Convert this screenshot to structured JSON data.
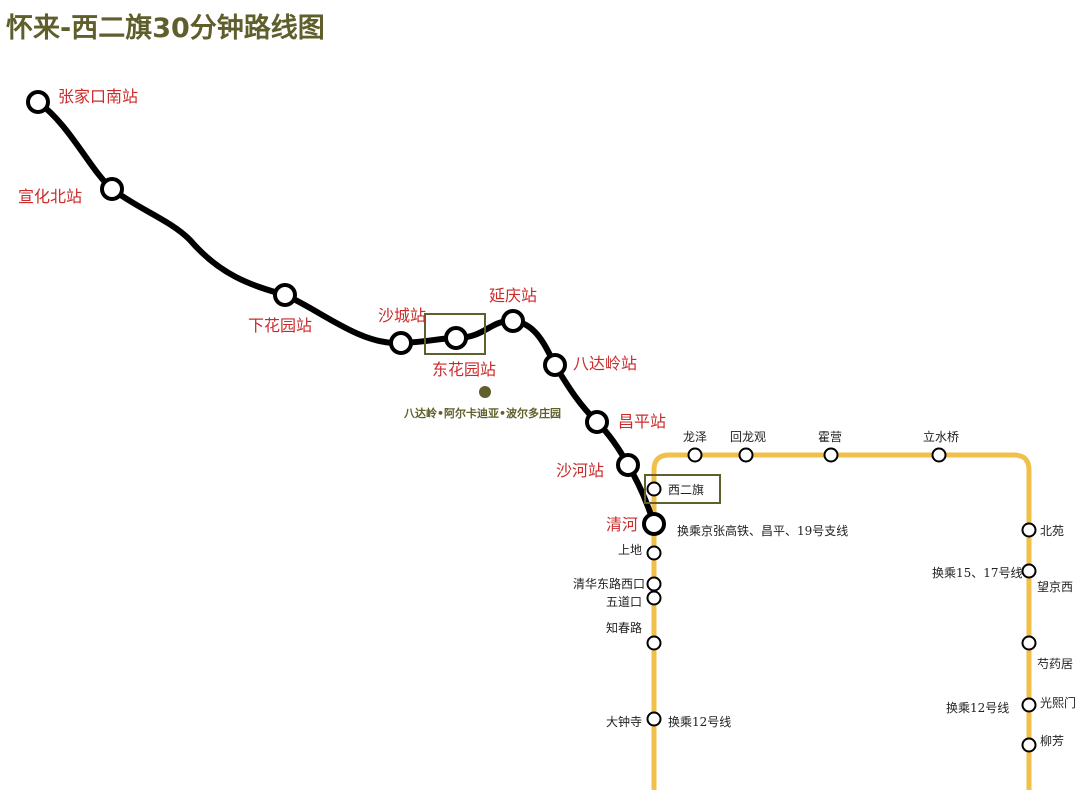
{
  "title": "怀来-西二旗30分钟路线图",
  "colors": {
    "title": "#5f5f2c",
    "rail_line": "#000000",
    "metro_line": "#f2c04a",
    "station_label": "#cc2b2b",
    "highlight_box": "#5f5f2c",
    "text": "#222222"
  },
  "rail": {
    "stations": {
      "zhangjiakou_nan": "张家口南站",
      "xuanhua_bei": "宣化北站",
      "xiahuayuan": "下花园站",
      "shacheng": "沙城站",
      "donghuayuan": "东花园站",
      "yanqing": "延庆站",
      "badaling": "八达岭站",
      "changping": "昌平站",
      "shahe": "沙河站",
      "qinghe": "清河"
    },
    "poi": "八达岭•阿尔卡迪亚•波尔多庄园"
  },
  "metro": {
    "stations": {
      "longze": "龙泽",
      "huilongguan": "回龙观",
      "huoying": "霍营",
      "lishuiqiao": "立水桥",
      "xierqi": "西二旗",
      "shangdi": "上地",
      "qinghua_donglu_xikou": "清华东路西口",
      "wudaokou": "五道口",
      "zhichunlu": "知春路",
      "dazhongsi": "大钟寺",
      "beiyuan": "北苑",
      "wangjingxi": "望京西",
      "shaoyaoju": "芍药居",
      "guangximen": "光熙门",
      "liufang": "柳芳"
    },
    "transfers": {
      "qinghe": "换乘京张高铁、昌平、19号支线",
      "wangjingxi": "换乘15、17号线",
      "dazhongsi": "换乘12号线",
      "guangximen": "换乘12号线"
    }
  }
}
